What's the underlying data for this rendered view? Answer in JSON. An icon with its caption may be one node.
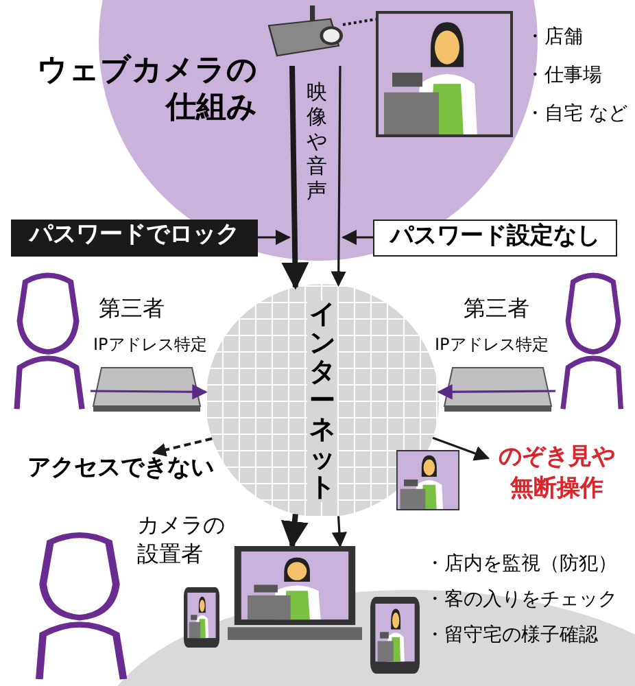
{
  "diagram": {
    "title": "ウェブカメラの仕組み",
    "nodes": [
      {
        "text": [],
        "shape": "picture"
      },
      {
        "text": [],
        "shape": "picture"
      },
      {
        "text": [
          "パスワードでロック"
        ]
      },
      {
        "text": [
          "パスワード設定なし"
        ]
      },
      {
        "text": [],
        "shape": "person"
      },
      {
        "text": [
          "インターネット"
        ]
      },
      {
        "text": [],
        "shape": "person"
      },
      {
        "text": [
          "アクセスできない"
        ]
      },
      {
        "text": [
          "のぞき見や無断操作"
        ]
      },
      {
        "text": [],
        "shape": "picture"
      },
      {
        "text": [],
        "shape": "person"
      },
      {
        "text": [],
        "shape": "picture"
      },
      {
        "text": [],
        "shape": "picture"
      },
      {
        "text": [],
        "shape": "picture"
      }
    ],
    "edges": [
      {
        "from": 0,
        "to": 1,
        "arrow": "none",
        "style": "dashed"
      },
      {
        "from": 0,
        "to": 5,
        "arrow": "to",
        "style": "thick"
      },
      {
        "from": 0,
        "to": 5,
        "arrow": "to"
      },
      {
        "from": 2,
        "to": null,
        "arrow": "to"
      },
      {
        "from": 3,
        "to": null,
        "arrow": "to"
      },
      {
        "from": 4,
        "to": 5,
        "arrow": "to",
        "label": "IPアドレス特定",
        "color": "#5b2a86"
      },
      {
        "from": 6,
        "to": 5,
        "arrow": "to",
        "label": "IPアドレス特定",
        "color": "#5b2a86"
      },
      {
        "from": 5,
        "to": 7,
        "arrow": "to",
        "style": "dashed"
      },
      {
        "from": 5,
        "to": 8,
        "arrow": "to"
      },
      {
        "from": 5,
        "to": 12,
        "arrow": "to",
        "style": "thick"
      },
      {
        "from": 5,
        "to": 12,
        "arrow": "to"
      }
    ],
    "labels": [
      "・店舗",
      "・仕事場",
      "・自宅 など",
      "映像や音声",
      "第三者",
      "第三者",
      "カメラの設置者",
      "・店内を監視（防犯）",
      "・客の入りをチェック",
      "・留守宅の様子確認"
    ]
  }
}
